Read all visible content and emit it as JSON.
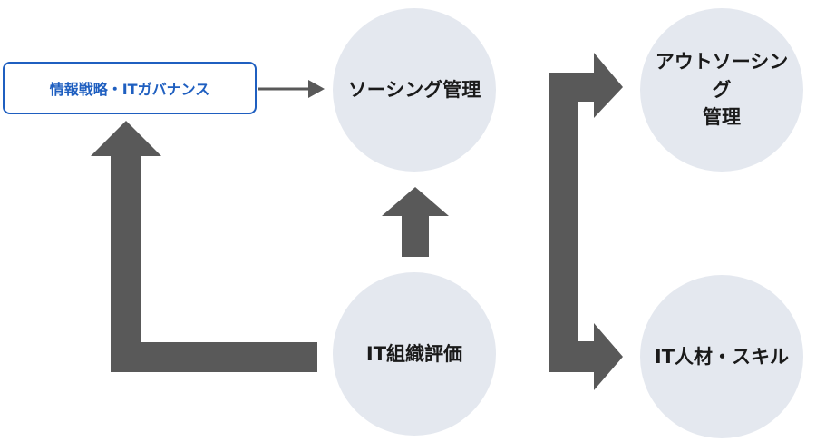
{
  "nodes": {
    "strategy": "情報戦略・ITガバナンス",
    "sourcing": "ソーシング管理",
    "outsourcing_line1": "アウトソーシング",
    "outsourcing_line2": "管理",
    "it_eval": "IT組織評価",
    "it_talent": "IT人材・スキル"
  },
  "colors": {
    "arrow": "#595959",
    "circle_fill": "#e4e8ef",
    "strategy_border": "#1f5fc0",
    "strategy_text": "#1f5fc0",
    "node_text": "#1a1a1a"
  }
}
